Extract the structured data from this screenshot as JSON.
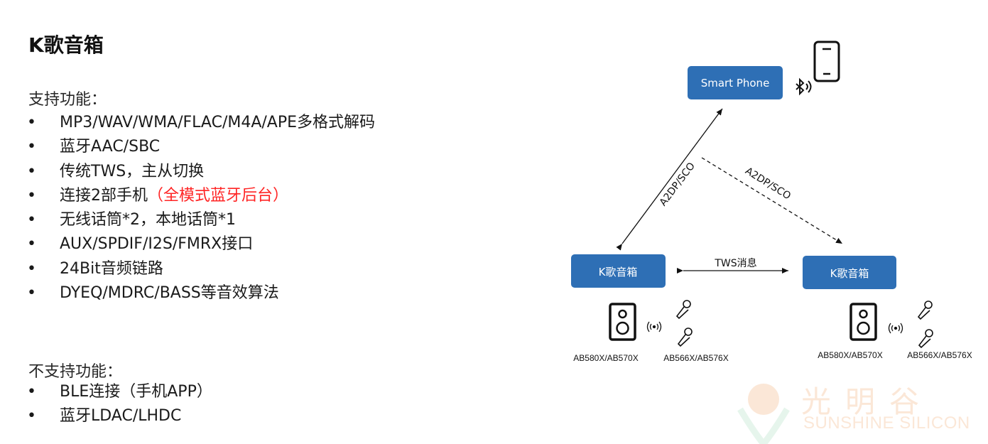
{
  "title": "K歌音箱",
  "supported": {
    "label": "支持功能：",
    "items": [
      {
        "text": "MP3/WAV/WMA/FLAC/M4A/APE多格式解码",
        "highlight": ""
      },
      {
        "text": "蓝牙AAC/SBC",
        "highlight": ""
      },
      {
        "text": "传统TWS，主从切换",
        "highlight": ""
      },
      {
        "text": "连接2部手机",
        "highlight": "（全模式蓝牙后台）"
      },
      {
        "text": "无线话筒*2，本地话筒*1",
        "highlight": ""
      },
      {
        "text": "AUX/SPDIF/I2S/FMRX接口",
        "highlight": ""
      },
      {
        "text": "24Bit音频链路",
        "highlight": ""
      },
      {
        "text": "DYEQ/MDRC/BASS等音效算法",
        "highlight": ""
      }
    ]
  },
  "unsupported": {
    "label": "不支持功能：",
    "items": [
      {
        "text": "BLE连接（手机APP）"
      },
      {
        "text": "蓝牙LDAC/LHDC"
      }
    ]
  },
  "diagram": {
    "phone_box": "Smart Phone",
    "speaker_left": "K歌音箱",
    "speaker_right": "K歌音箱",
    "link_left": "A2DP/SCO",
    "link_right": "A2DP/SCO",
    "tws_link": "TWS消息",
    "left_speaker_model": "AB580X/AB570X",
    "left_mic_model": "AB566X/AB576X",
    "right_speaker_model": "AB580X/AB570X",
    "right_mic_model": "AB566X/AB576X",
    "box_color": "#2e6fb5",
    "icons": [
      "smartphone-icon",
      "bluetooth-icon",
      "speaker-icon",
      "wireless-signal-icon",
      "microphone-icon"
    ]
  },
  "watermark": {
    "cn": "光明谷",
    "en": "SUNSHINE SILICON",
    "color": "#fbe7d7"
  },
  "highlight_color": "#ff2424"
}
